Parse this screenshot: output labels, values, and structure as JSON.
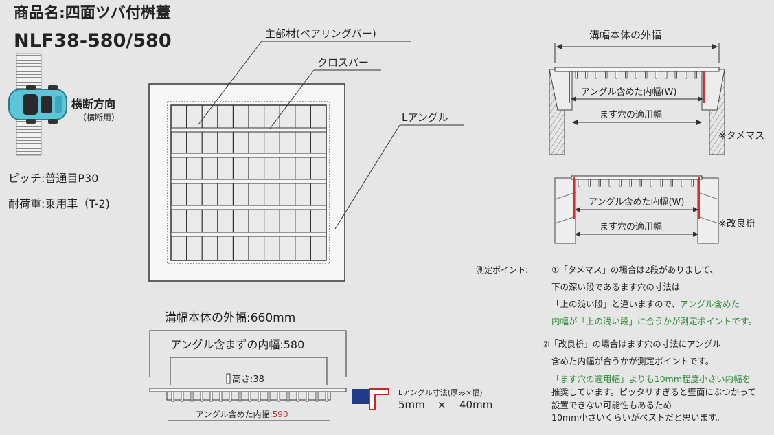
{
  "product": {
    "name_line": "商品名:四面ツバ付桝蓋",
    "model": "NLF38-580/580"
  },
  "orientation": {
    "title": "横断方向",
    "subtitle": "（横断用）"
  },
  "specs": {
    "pitch": "ピッチ:普通目P30",
    "load": "耐荷重:乗用車（T-2)"
  },
  "plan_labels": {
    "main_bar": "主部材(ベアリングバー)",
    "cross_bar": "クロスバー",
    "l_angle": "Lアングル"
  },
  "section": {
    "outer": "溝幅本体の外幅:660mm",
    "inner": "アングル含まずの内幅:580",
    "height": "高さ:38",
    "inner_with_angle_prefix": "アングル含めた内幅:",
    "inner_with_angle_value": "590"
  },
  "angle_dim": {
    "title": "Lアングル寸法(厚み×幅)",
    "thickness": "5mm",
    "times": "×",
    "width": "40mm"
  },
  "right_top": {
    "outer": "溝幅本体の外幅",
    "inner": "アングル含めた内幅(W)",
    "hole": "ます穴の適用幅",
    "note": "※タメマス"
  },
  "right_mid": {
    "inner": "アングル含めた内幅(W)",
    "hole": "ます穴の適用幅",
    "note": "※改良枡"
  },
  "notes": {
    "label": "測定ポイント:",
    "l1": "①「タメマス」の場合は2段がありまして、",
    "l2": "下の深い段であるます穴の寸法は",
    "l3a": "「上の浅い段」と違いますので、",
    "l3b": "アングル含めた",
    "l4": "内幅が「上の浅い段」に合うかが測定ポイントです。",
    "l5": "②「改良枡」の場合はます穴の寸法にアングル",
    "l6": "含めた内幅が合うかが測定ポイントです。",
    "l7": "「ます穴の適用幅」よりも10mm程度小さい内幅を",
    "l8": "推奨しています。ピッタリすぎると壁面にぶつかって",
    "l9": "設置できない可能性もあるため",
    "l10": "10mm小さいくらいがベストだと思います。"
  },
  "colors": {
    "red_line": "#d32f2f",
    "green_text": "#2e8b3a",
    "car_body": "#5cc6d8",
    "angle_blue": "#1f3b8a"
  }
}
